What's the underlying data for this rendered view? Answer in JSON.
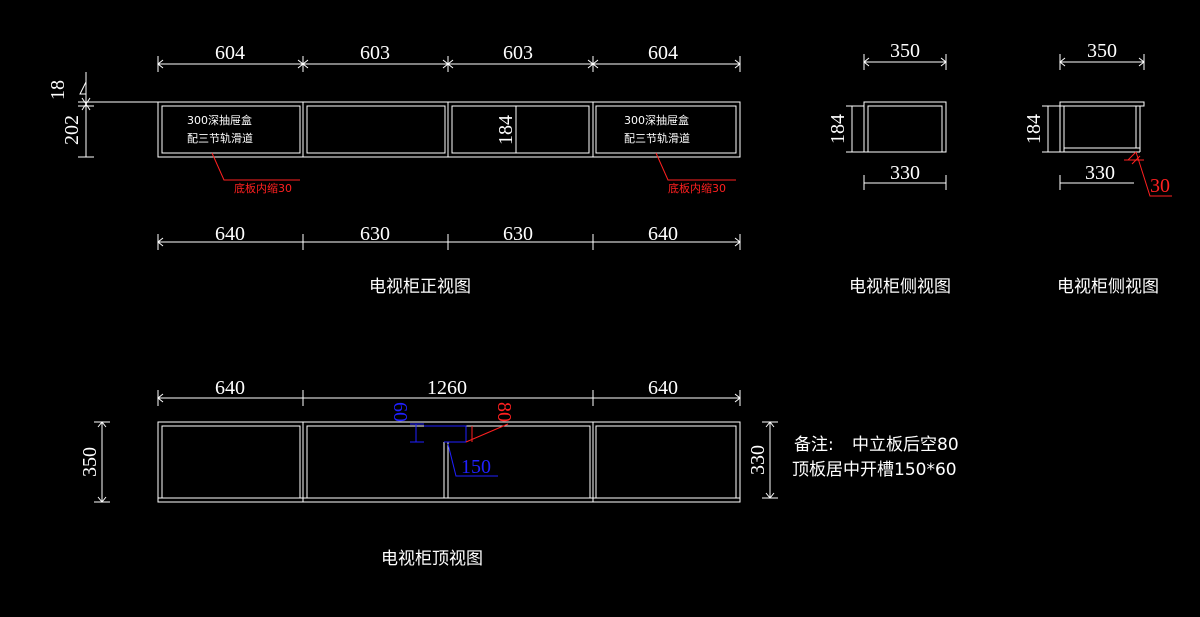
{
  "front": {
    "title": "电视柜正视图",
    "top_dims": [
      "604",
      "603",
      "603",
      "604"
    ],
    "bottom_dims": [
      "640",
      "630",
      "630",
      "640"
    ],
    "h18": "18",
    "h202": "202",
    "h184": "184",
    "drawer_note_line1": "300深抽屉盒",
    "drawer_note_line2": "配三节轨滑道",
    "inset_note": "底板内缩30"
  },
  "side1": {
    "title": "电视柜侧视图",
    "top": "350",
    "bottom": "330",
    "height": "184"
  },
  "side2": {
    "title": "电视柜侧视图",
    "top": "350",
    "bottom": "330",
    "height": "184",
    "offset": "30"
  },
  "top_view": {
    "title": "电视柜顶视图",
    "dims": [
      "640",
      "1260",
      "640"
    ],
    "depth_outer": "350",
    "depth_inner": "330",
    "slot_60": "60",
    "slot_80": "80",
    "slot_150": "150"
  },
  "remarks": {
    "label": "备注:",
    "line1": "中立板后空80",
    "line2": "顶板居中开槽150*60"
  }
}
